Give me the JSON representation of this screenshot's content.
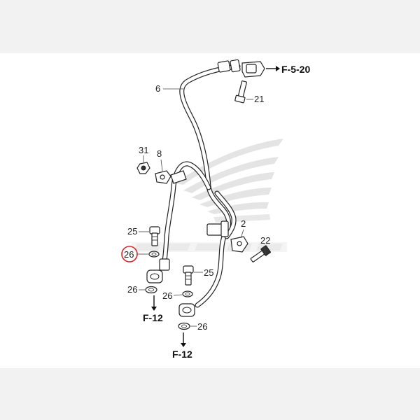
{
  "labels": {
    "p6": "6",
    "p21": "21",
    "p31": "31",
    "p8": "8",
    "p2": "2",
    "p22": "22",
    "p25a": "25",
    "p25b": "25",
    "p26a": "26",
    "p26b": "26",
    "p26c": "26",
    "p26d": "26"
  },
  "refs": {
    "top": "F-5-20",
    "left": "F-12",
    "bottom": "F-12"
  },
  "colors": {
    "highlight_circle": "#d9252a",
    "watermark": "#c8c8c8",
    "line": "#222222"
  },
  "icons": {
    "watermark": "honda-wing-logo-watermark",
    "arrow": "arrow-icon"
  }
}
